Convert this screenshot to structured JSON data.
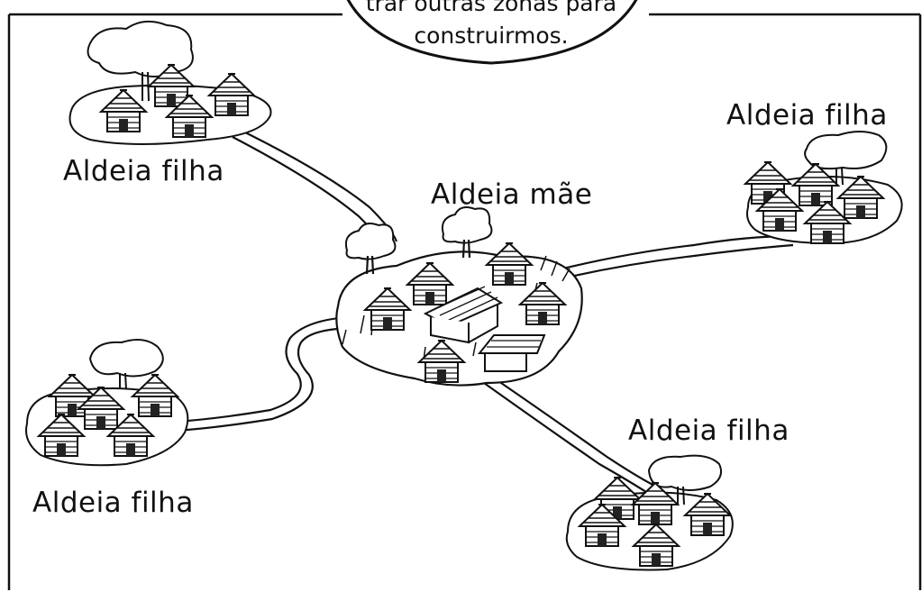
{
  "speech_bubble": {
    "line1": "trar outras zonas para",
    "line2": "construirmos."
  },
  "labels": {
    "mother_village": "Aldeia mãe",
    "daughter_top_left": "Aldeia filha",
    "daughter_top_right": "Aldeia filha",
    "daughter_bottom_left": "Aldeia filha",
    "daughter_bottom_right": "Aldeia filha"
  }
}
